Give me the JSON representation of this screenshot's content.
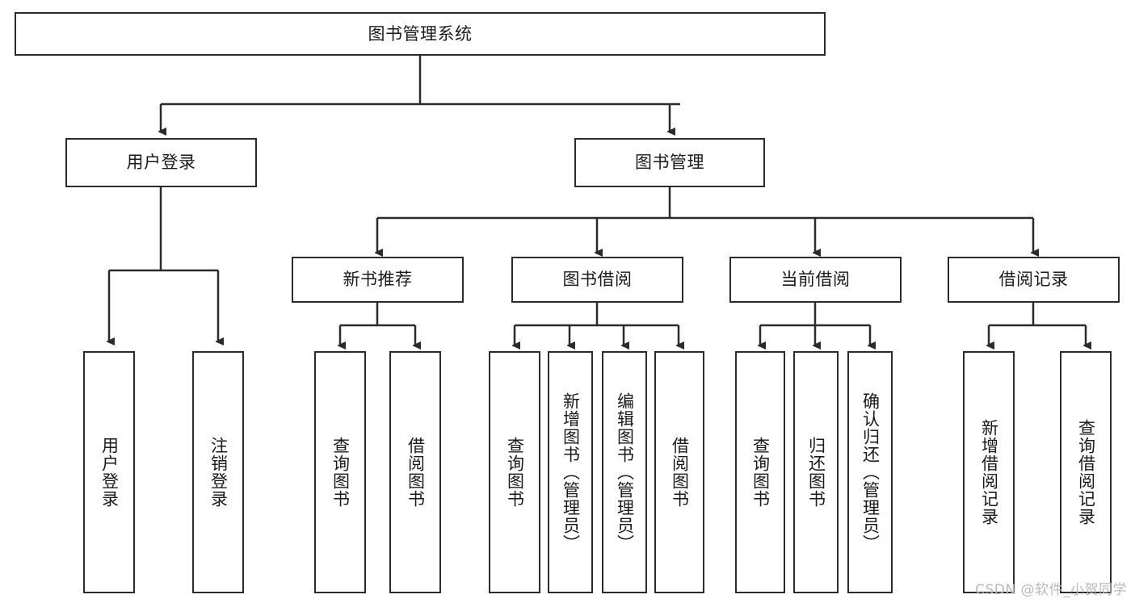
{
  "diagram": {
    "type": "tree-hierarchy-chart",
    "title": "图书管理系统",
    "watermark": "CSDN @软件_小贺同学",
    "colors": {
      "stroke": "#2b2b2b",
      "fill": "#ffffff",
      "text": "#1a1a1a",
      "watermark": "#b9b9b9",
      "background": "#ffffff"
    },
    "root": {
      "label": "图书管理系统"
    },
    "level2": [
      {
        "label": "用户登录"
      },
      {
        "label": "图书管理"
      }
    ],
    "level3": [
      {
        "label": "新书推荐"
      },
      {
        "label": "图书借阅"
      },
      {
        "label": "当前借阅"
      },
      {
        "label": "借阅记录"
      }
    ],
    "leaves": {
      "user_login": [
        {
          "label": "用户登录"
        },
        {
          "label": "注销登录"
        }
      ],
      "new_book": [
        {
          "label": "查询图书"
        },
        {
          "label": "借阅图书"
        }
      ],
      "book_borrow": [
        {
          "label": "查询图书"
        },
        {
          "label": "新增图书（管理员）"
        },
        {
          "label": "编辑图书（管理员）"
        },
        {
          "label": "借阅图书"
        }
      ],
      "current_borrow": [
        {
          "label": "查询图书"
        },
        {
          "label": "归还图书"
        },
        {
          "label": "确认归还（管理员）"
        }
      ],
      "borrow_record": [
        {
          "label": "新增借阅记录"
        },
        {
          "label": "查询借阅记录"
        }
      ]
    }
  }
}
